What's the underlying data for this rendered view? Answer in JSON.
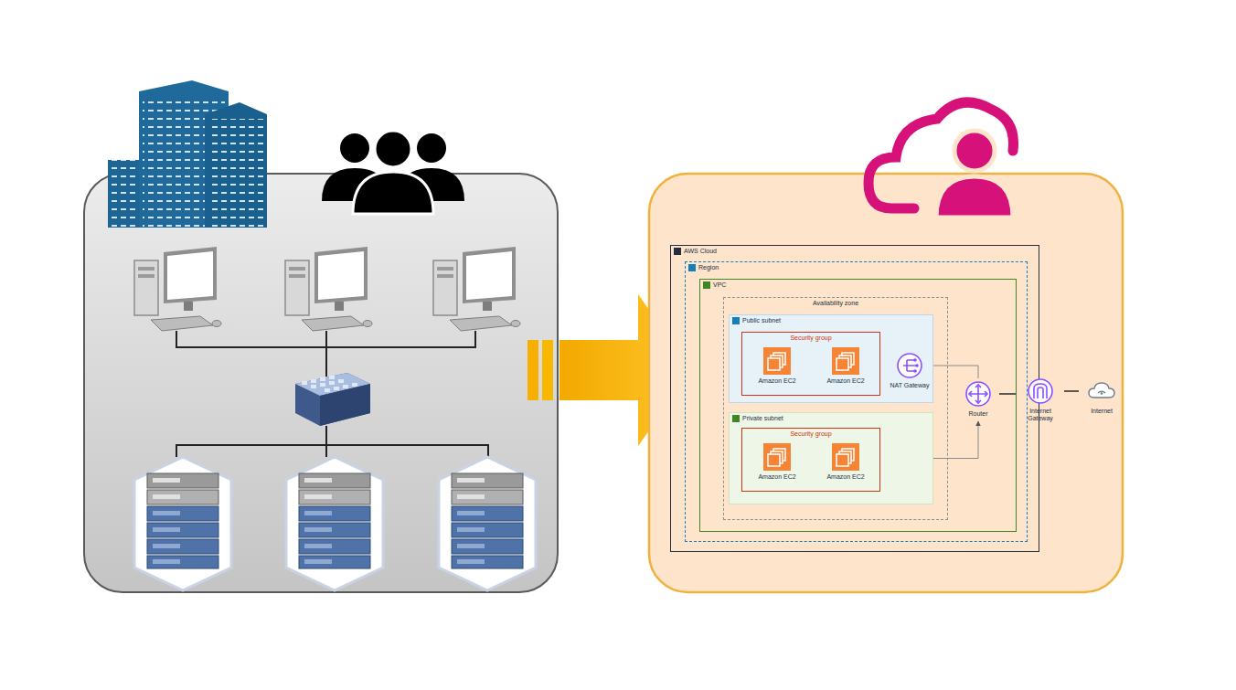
{
  "diagram": {
    "nodes": [
      {
        "text": [
          "AWS Cloud"
        ]
      },
      {
        "text": [
          "Region"
        ],
        "in": 0
      },
      {
        "text": [
          "VPC"
        ],
        "in": 1
      },
      {
        "text": [
          "Availability zone"
        ],
        "in": 2
      },
      {
        "text": [
          "Public subnet"
        ],
        "in": 3
      },
      {
        "text": [
          "Security group"
        ],
        "in": 4
      },
      {
        "text": [
          "Amazon EC2"
        ],
        "in": 5
      },
      {
        "text": [
          "Amazon EC2"
        ],
        "in": 5
      },
      {
        "text": [
          "NAT Gateway"
        ],
        "in": 4
      },
      {
        "text": [
          "Private subnet"
        ],
        "in": 3
      },
      {
        "text": [
          "Security group"
        ],
        "in": 9
      },
      {
        "text": [
          "Amazon EC2"
        ],
        "in": 10
      },
      {
        "text": [
          "Amazon EC2"
        ],
        "in": 10
      },
      {
        "text": [
          "Router"
        ],
        "in": 2
      },
      {
        "text": [
          "Internet Gateway"
        ]
      },
      {
        "text": [
          "Internet"
        ]
      }
    ],
    "edges": [
      {
        "from": 8,
        "to": 13,
        "arrow": "none"
      },
      {
        "from": 9,
        "to": 13,
        "arrow": "to"
      },
      {
        "from": 13,
        "to": 14,
        "arrow": "none"
      },
      {
        "from": 14,
        "to": 15,
        "arrow": "none"
      }
    ]
  }
}
